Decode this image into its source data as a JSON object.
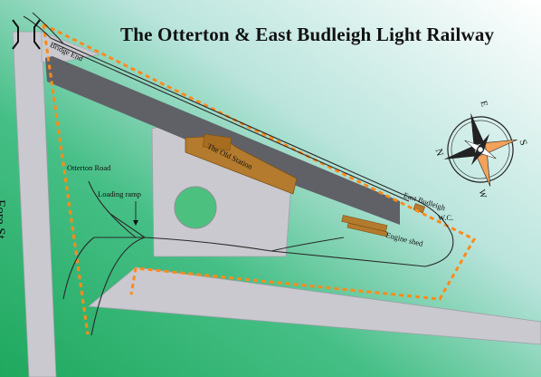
{
  "map": {
    "title": "The Otterton & East Budleigh Light Railway",
    "labels": {
      "bridge_end": "Bridge End",
      "the_old_station": "The Old Station",
      "otterton_road": "Otterton Road",
      "loading_ramp": "Loading ramp",
      "fore_st": "Fore St.",
      "east_budleigh": "East Budleigh",
      "wc": "W.C.",
      "engine_shed": "Engine shed"
    },
    "compass": {
      "north": "N",
      "south": "S",
      "east": "E",
      "west": "W"
    },
    "colors": {
      "background_green": "#2bb36a",
      "background_light": "#f4f9ff",
      "road": "#c9c9cf",
      "platform": "#5f6167",
      "buildings": "#b47a2d",
      "boundary": "#ff8a1a",
      "track": "#2a2a2a"
    }
  }
}
